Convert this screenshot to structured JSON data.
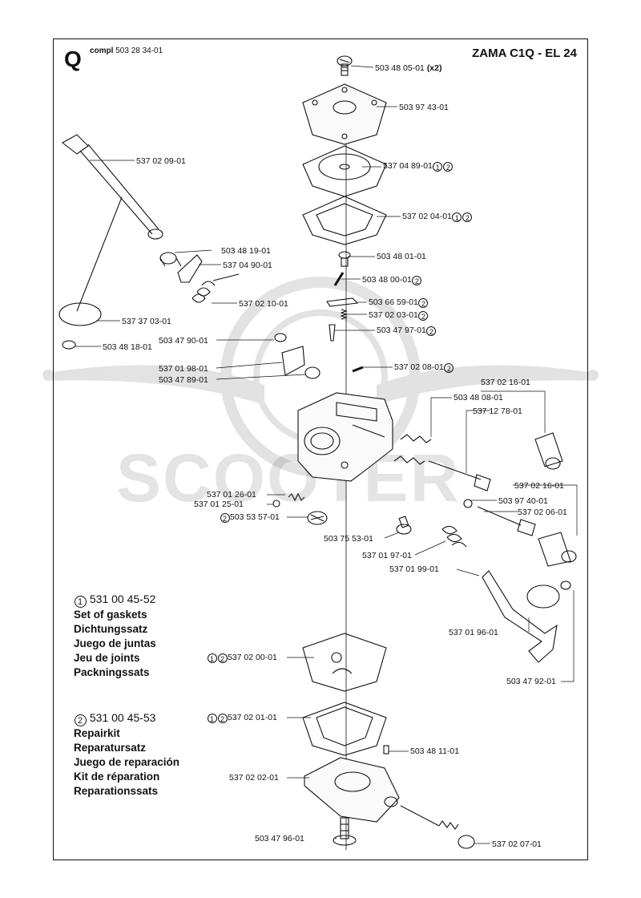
{
  "header": {
    "letter": "Q",
    "compl_prefix": "compl",
    "compl_number": "503 28 34-01",
    "title": "ZAMA C1Q - EL 24"
  },
  "watermark": {
    "text": "SCOOTER"
  },
  "parts": [
    {
      "id": "p1",
      "number": "503 48 05-01",
      "suffix": "(x2)",
      "circles": []
    },
    {
      "id": "p2",
      "number": "503 97 43-01",
      "suffix": "",
      "circles": []
    },
    {
      "id": "p3",
      "number": "537 04 89-01",
      "suffix": "",
      "circles": [
        "1",
        "2"
      ]
    },
    {
      "id": "p4",
      "number": "537 02 04-01",
      "suffix": "",
      "circles": [
        "1",
        "2"
      ]
    },
    {
      "id": "p5",
      "number": "503 48 01-01",
      "suffix": "",
      "circles": []
    },
    {
      "id": "p6",
      "number": "503 48 00-01",
      "suffix": "",
      "circles": [
        "2"
      ]
    },
    {
      "id": "p7",
      "number": "503 66 59-01",
      "suffix": "",
      "circles": [
        "2"
      ]
    },
    {
      "id": "p8",
      "number": "537 02 03-01",
      "suffix": "",
      "circles": [
        "2"
      ]
    },
    {
      "id": "p9",
      "number": "503 47 97-01",
      "suffix": "",
      "circles": [
        "2"
      ]
    },
    {
      "id": "p10",
      "number": "537 02 08-01",
      "suffix": "",
      "circles": [
        "2"
      ]
    },
    {
      "id": "p11",
      "number": "537 02 09-01",
      "suffix": "",
      "circles": []
    },
    {
      "id": "p12",
      "number": "503 48 19-01",
      "suffix": "",
      "circles": []
    },
    {
      "id": "p13",
      "number": "537 04 90-01",
      "suffix": "",
      "circles": []
    },
    {
      "id": "p14",
      "number": "537 02 10-01",
      "suffix": "",
      "circles": []
    },
    {
      "id": "p15",
      "number": "537 37 03-01",
      "suffix": "",
      "circles": []
    },
    {
      "id": "p16",
      "number": "503 48 18-01",
      "suffix": "",
      "circles": []
    },
    {
      "id": "p17",
      "number": "503 47 90-01",
      "suffix": "",
      "circles": []
    },
    {
      "id": "p18",
      "number": "537 01 98-01",
      "suffix": "",
      "circles": []
    },
    {
      "id": "p19",
      "number": "503 47 89-01",
      "suffix": "",
      "circles": []
    },
    {
      "id": "p20",
      "number": "537 02 16-01",
      "suffix": "",
      "circles": []
    },
    {
      "id": "p21",
      "number": "503 48 08-01",
      "suffix": "",
      "circles": []
    },
    {
      "id": "p22",
      "number": "537 12 78-01",
      "suffix": "",
      "circles": []
    },
    {
      "id": "p23",
      "number": "537 02 16-01",
      "suffix": "",
      "circles": []
    },
    {
      "id": "p24",
      "number": "503 97 40-01",
      "suffix": "",
      "circles": []
    },
    {
      "id": "p25",
      "number": "537 02 06-01",
      "suffix": "",
      "circles": []
    },
    {
      "id": "p26",
      "number": "537 01 26-01",
      "suffix": "",
      "circles": []
    },
    {
      "id": "p27",
      "number": "537 01 25-01",
      "suffix": "",
      "circles": []
    },
    {
      "id": "p28",
      "number": "503 53 57-01",
      "suffix": "",
      "circles": [
        "2"
      ]
    },
    {
      "id": "p29",
      "number": "503 75 53-01",
      "suffix": "",
      "circles": []
    },
    {
      "id": "p30",
      "number": "537 01 97-01",
      "suffix": "",
      "circles": []
    },
    {
      "id": "p31",
      "number": "537 01 99-01",
      "suffix": "",
      "circles": []
    },
    {
      "id": "p32",
      "number": "537 01 96-01",
      "suffix": "",
      "circles": []
    },
    {
      "id": "p33",
      "number": "503 47 92-01",
      "suffix": "",
      "circles": []
    },
    {
      "id": "p34",
      "number": "537 02 00-01",
      "suffix": "",
      "circles": [
        "1",
        "2"
      ]
    },
    {
      "id": "p35",
      "number": "537 02 01-01",
      "suffix": "",
      "circles": [
        "1",
        "2"
      ]
    },
    {
      "id": "p36",
      "number": "503 48 11-01",
      "suffix": "",
      "circles": []
    },
    {
      "id": "p37",
      "number": "537 02 02-01",
      "suffix": "",
      "circles": []
    },
    {
      "id": "p38",
      "number": "503 47 96-01",
      "suffix": "",
      "circles": []
    },
    {
      "id": "p39",
      "number": "537 02 07-01",
      "suffix": "",
      "circles": []
    }
  ],
  "legend": [
    {
      "circle": "1",
      "number": "531 00 45-52",
      "lines": [
        "Set of gaskets",
        "Dichtungssatz",
        "Juego de juntas",
        "Jeu de joints",
        "Packningssats"
      ]
    },
    {
      "circle": "2",
      "number": "531 00 45-53",
      "lines": [
        "Repairkit",
        "Reparatursatz",
        "Juego de reparación",
        "Kit de réparation",
        "Reparationssats"
      ]
    }
  ]
}
